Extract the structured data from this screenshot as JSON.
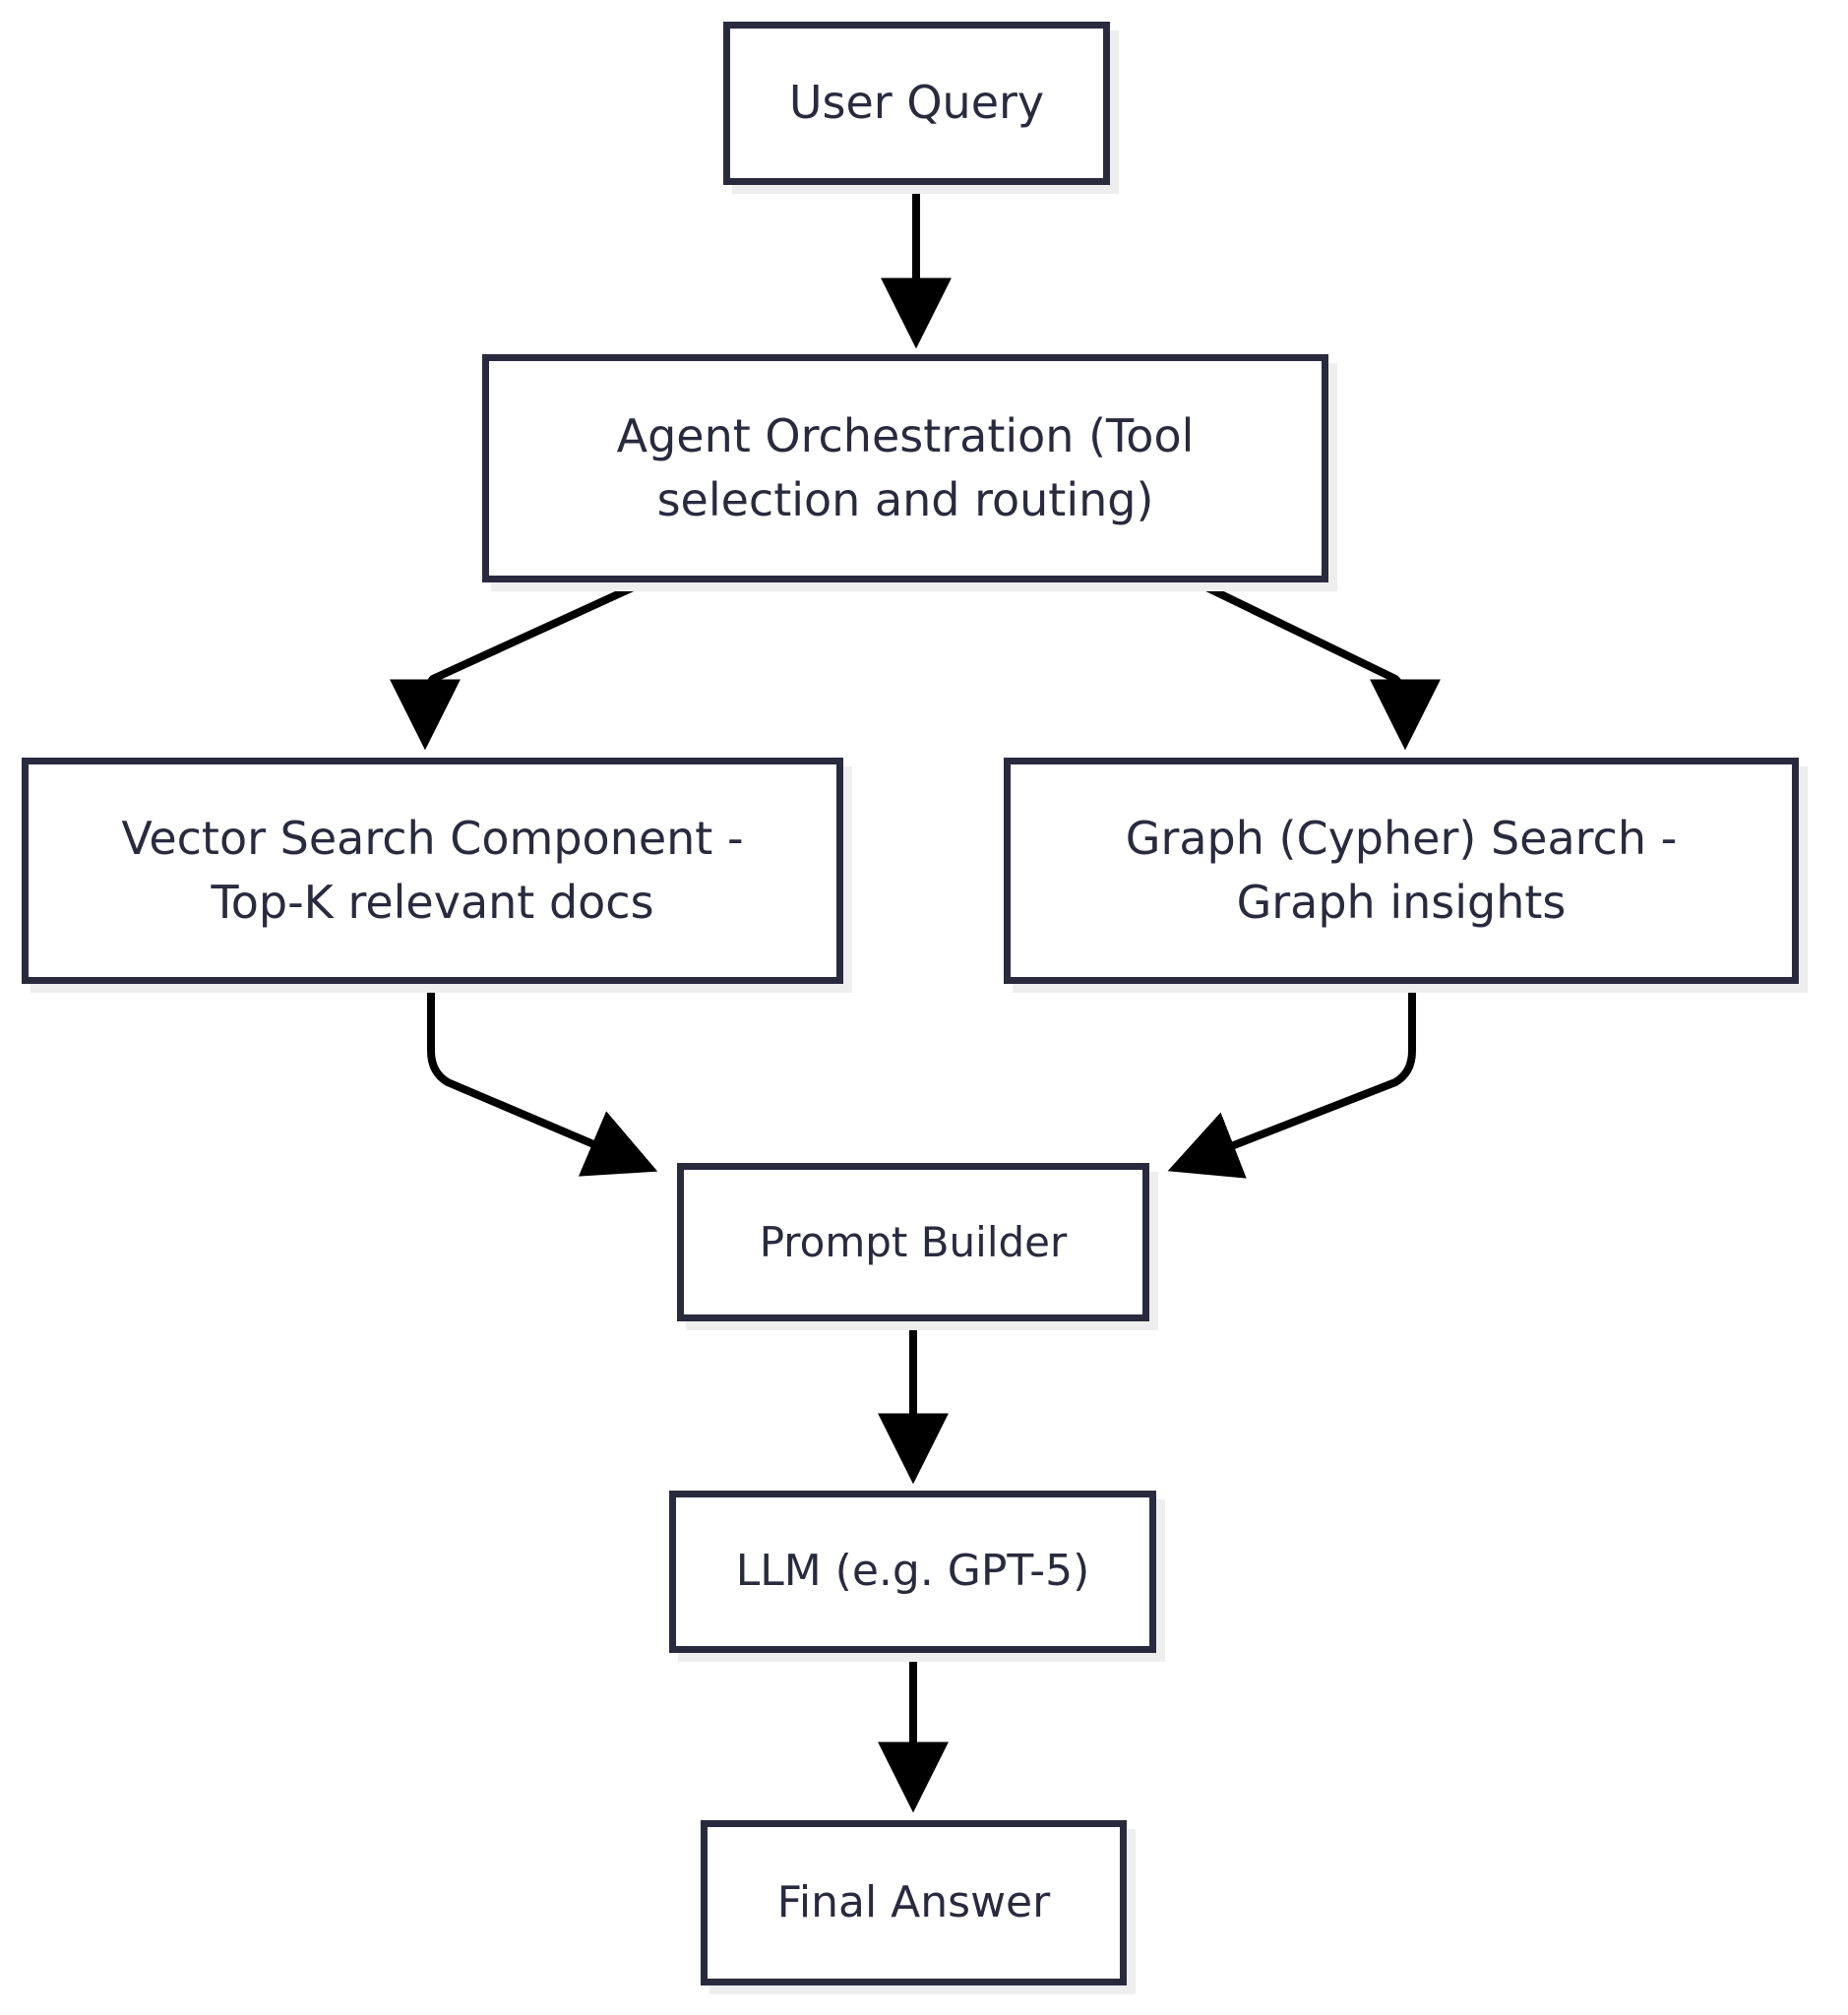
{
  "diagram": {
    "type": "flowchart",
    "direction": "top-to-bottom",
    "title": "",
    "colors": {
      "node_border": "#2a2a3f",
      "node_fill": "#ffffff",
      "node_shadow": "#eeeeee",
      "edge": "#000000",
      "text": "#2a2a3f",
      "background": "#ffffff"
    },
    "nodes": [
      {
        "id": "user-query",
        "label": "User Query"
      },
      {
        "id": "agent",
        "label": "Agent Orchestration (Tool\nselection and routing)"
      },
      {
        "id": "vector-search",
        "label": "Vector Search Component -\nTop-K relevant docs"
      },
      {
        "id": "graph-search",
        "label": "Graph (Cypher) Search -\nGraph insights"
      },
      {
        "id": "prompt-builder",
        "label": "Prompt Builder"
      },
      {
        "id": "llm",
        "label": "LLM (e.g. GPT-5)"
      },
      {
        "id": "final-answer",
        "label": "Final Answer"
      }
    ],
    "edges": [
      {
        "from": "user-query",
        "to": "agent",
        "label": "",
        "style": "straight-arrow"
      },
      {
        "from": "agent",
        "to": "vector-search",
        "label": "",
        "style": "curved-arrow"
      },
      {
        "from": "agent",
        "to": "graph-search",
        "label": "",
        "style": "curved-arrow"
      },
      {
        "from": "vector-search",
        "to": "prompt-builder",
        "label": "",
        "style": "curved-arrow"
      },
      {
        "from": "graph-search",
        "to": "prompt-builder",
        "label": "",
        "style": "curved-arrow"
      },
      {
        "from": "prompt-builder",
        "to": "llm",
        "label": "",
        "style": "straight-arrow"
      },
      {
        "from": "llm",
        "to": "final-answer",
        "label": "",
        "style": "straight-arrow"
      }
    ]
  }
}
